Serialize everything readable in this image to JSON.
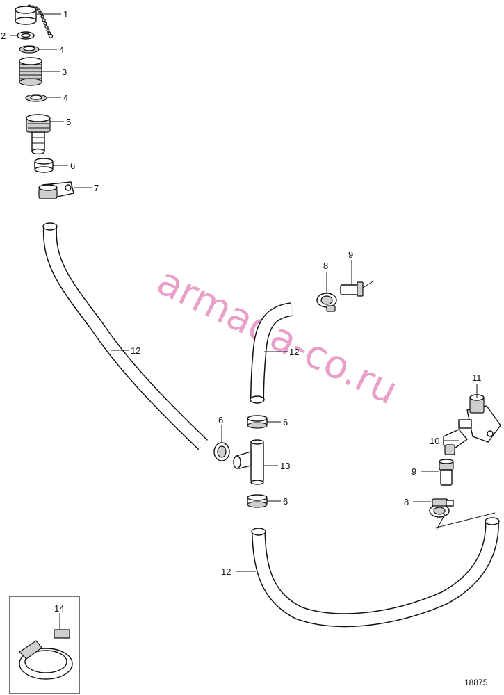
{
  "diagram": {
    "reference_number": "18875",
    "watermark": "armada-co.ru",
    "callouts": {
      "c1": "1",
      "c2": "2",
      "c4a": "4",
      "c3": "3",
      "c4b": "4",
      "c5": "5",
      "c6a": "6",
      "c7": "7",
      "c8a": "8",
      "c9a": "9",
      "c12a": "12",
      "c12b": "12",
      "c11": "11",
      "c10": "10",
      "c9b": "9",
      "c8b": "8",
      "c6b": "6",
      "c6c": "6",
      "c13": "13",
      "c6d": "6",
      "c12c": "12",
      "c14": "14"
    }
  }
}
